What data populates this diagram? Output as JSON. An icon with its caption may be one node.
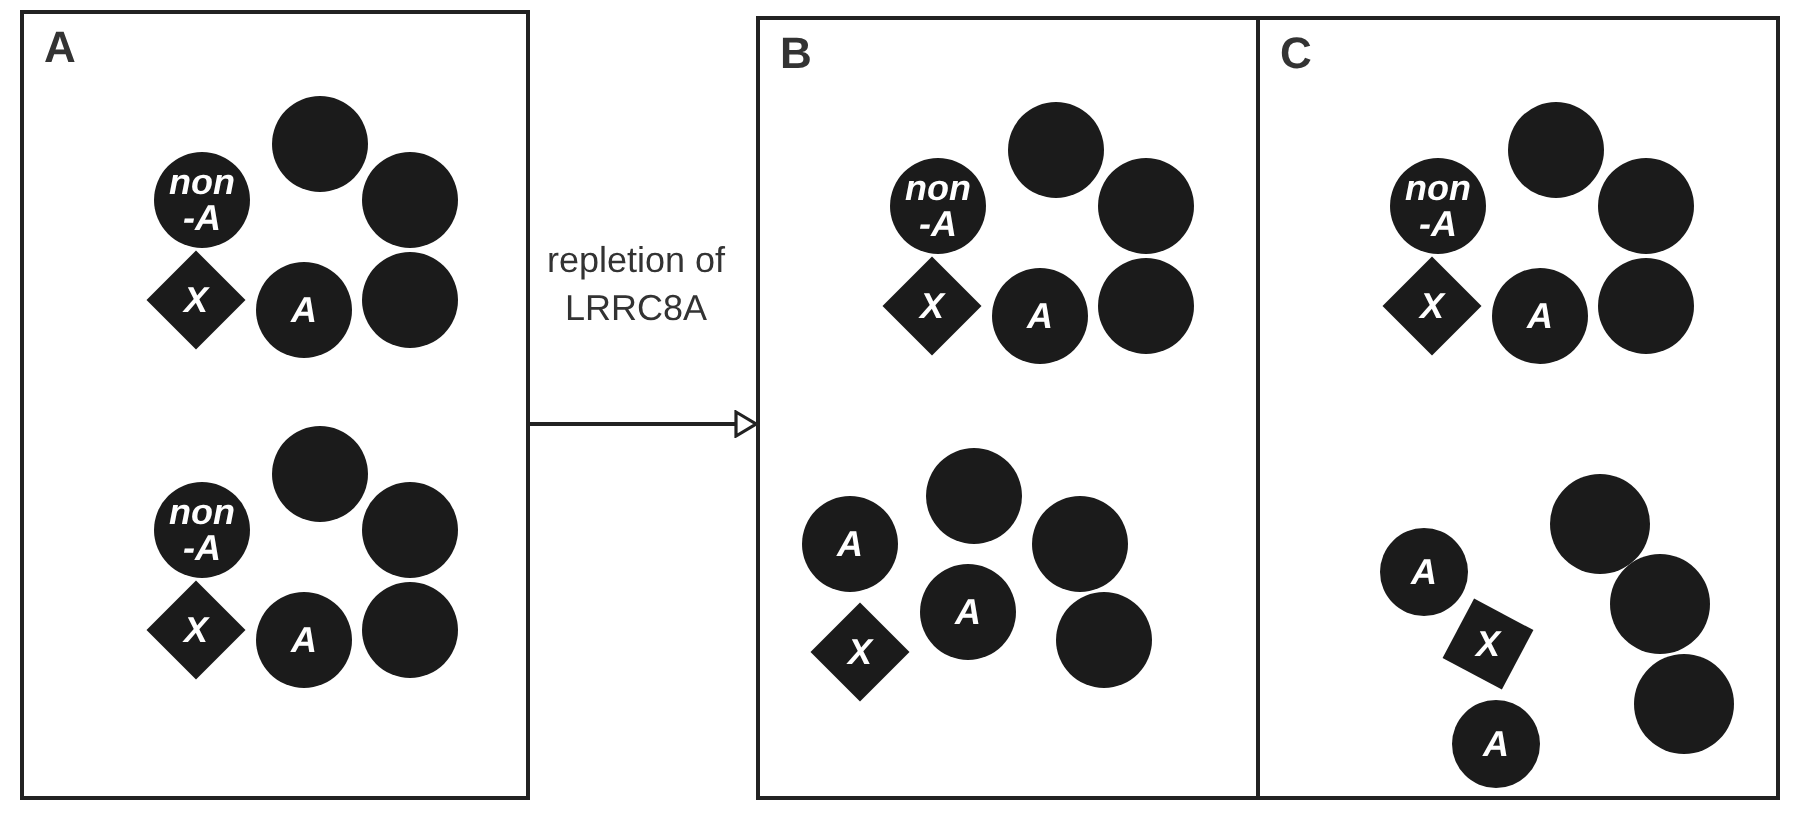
{
  "diagram": {
    "nodes": [
      {
        "text": [
          "A"
        ]
      },
      {
        "text": [
          "non -A"
        ],
        "in": 0
      },
      {
        "text": [],
        "shape": "circle",
        "in": 0
      },
      {
        "text": [],
        "shape": "circle",
        "in": 0
      },
      {
        "text": [],
        "shape": "circle",
        "in": 0
      },
      {
        "text": [
          "A"
        ],
        "in": 0
      },
      {
        "text": [
          "X"
        ],
        "in": 0
      },
      {
        "text": [
          "non -A"
        ],
        "in": 0
      },
      {
        "text": [],
        "shape": "circle",
        "in": 0
      },
      {
        "text": [],
        "shape": "circle",
        "in": 0
      },
      {
        "text": [],
        "shape": "circle",
        "in": 0
      },
      {
        "text": [
          "A"
        ],
        "in": 0
      },
      {
        "text": [
          "X"
        ],
        "in": 0
      },
      {
        "text": [
          "B"
        ]
      },
      {
        "text": [
          "non -A"
        ],
        "in": 13
      },
      {
        "text": [],
        "shape": "circle",
        "in": 13
      },
      {
        "text": [],
        "shape": "circle",
        "in": 13
      },
      {
        "text": [],
        "shape": "circle",
        "in": 13
      },
      {
        "text": [
          "A"
        ],
        "in": 13
      },
      {
        "text": [
          "X"
        ],
        "in": 13
      },
      {
        "text": [
          "A"
        ],
        "in": 13
      },
      {
        "text": [],
        "shape": "circle",
        "in": 13
      },
      {
        "text": [],
        "shape": "circle",
        "in": 13
      },
      {
        "text": [
          "A"
        ],
        "in": 13
      },
      {
        "text": [
          "X"
        ],
        "in": 13
      },
      {
        "text": [],
        "shape": "circle",
        "in": 13
      },
      {
        "text": [
          "C"
        ]
      },
      {
        "text": [
          "non -A"
        ],
        "in": 26
      },
      {
        "text": [],
        "shape": "circle",
        "in": 26
      },
      {
        "text": [],
        "shape": "circle",
        "in": 26
      },
      {
        "text": [],
        "shape": "circle",
        "in": 26
      },
      {
        "text": [
          "A"
        ],
        "in": 26
      },
      {
        "text": [
          "X"
        ],
        "in": 26
      },
      {
        "text": [
          "A"
        ],
        "in": 26
      },
      {
        "text": [],
        "shape": "circle",
        "in": 26
      },
      {
        "text": [],
        "shape": "circle",
        "in": 26
      },
      {
        "text": [
          "X"
        ],
        "in": 26
      },
      {
        "text": [],
        "shape": "circle",
        "in": 26
      },
      {
        "text": [
          "A"
        ],
        "in": 26
      }
    ],
    "edges": [
      {
        "from": 0,
        "to": 13,
        "arrow": "to",
        "label": "repletion of LRRC8A"
      }
    ]
  }
}
